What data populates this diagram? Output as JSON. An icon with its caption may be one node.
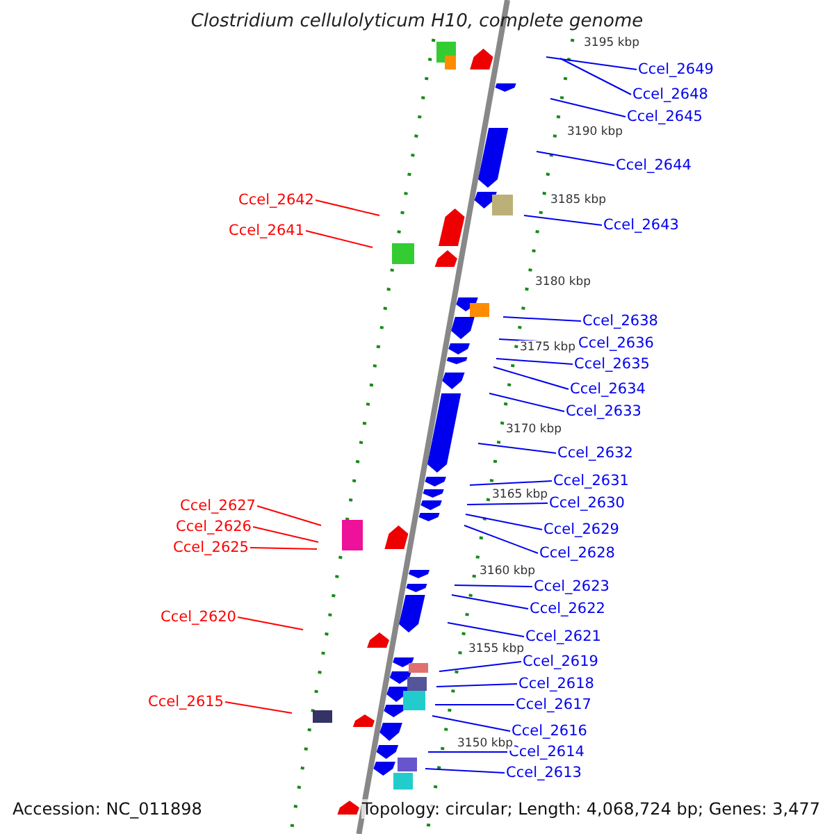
{
  "diagram": {
    "title": "Clostridium cellulolyticum H10, complete genome",
    "nodes": [
      {
        "text": [
          "Ccel_2649"
        ]
      },
      {
        "text": [
          "Ccel_2648"
        ]
      },
      {
        "text": [
          "Ccel_2645"
        ]
      },
      {
        "text": [
          "Ccel_2644"
        ]
      },
      {
        "text": [
          "Ccel_2642"
        ]
      },
      {
        "text": [
          "Ccel_2643"
        ]
      },
      {
        "text": [
          "Ccel_2641"
        ]
      },
      {
        "text": [
          "Ccel_2638"
        ]
      },
      {
        "text": [
          "Ccel_2636"
        ]
      },
      {
        "text": [
          "Ccel_2635"
        ]
      },
      {
        "text": [
          "Ccel_2634"
        ]
      },
      {
        "text": [
          "Ccel_2633"
        ]
      },
      {
        "text": [
          "Ccel_2632"
        ]
      },
      {
        "text": [
          "Ccel_2631"
        ]
      },
      {
        "text": [
          "Ccel_2630"
        ]
      },
      {
        "text": [
          "Ccel_2627"
        ]
      },
      {
        "text": [
          "Ccel_2626"
        ]
      },
      {
        "text": [
          "Ccel_2629"
        ]
      },
      {
        "text": [
          "Ccel_2625"
        ]
      },
      {
        "text": [
          "Ccel_2628"
        ]
      },
      {
        "text": [
          "Ccel_2623"
        ]
      },
      {
        "text": [
          "Ccel_2622"
        ]
      },
      {
        "text": [
          "Ccel_2620"
        ]
      },
      {
        "text": [
          "Ccel_2621"
        ]
      },
      {
        "text": [
          "Ccel_2619"
        ]
      },
      {
        "text": [
          "Ccel_2618"
        ]
      },
      {
        "text": [
          "Ccel_2617"
        ]
      },
      {
        "text": [
          "Ccel_2615"
        ]
      },
      {
        "text": [
          "Ccel_2616"
        ]
      },
      {
        "text": [
          "Ccel_2614"
        ]
      },
      {
        "text": [
          "Ccel_2613"
        ]
      }
    ],
    "edges": [
      {
        "from": 0,
        "to": null,
        "arrow": "none"
      },
      {
        "from": 1,
        "to": null,
        "arrow": "none"
      },
      {
        "from": 2,
        "to": null,
        "arrow": "none"
      },
      {
        "from": 3,
        "to": null,
        "arrow": "none"
      },
      {
        "from": 4,
        "to": null,
        "arrow": "none",
        "color": "#ff0000"
      },
      {
        "from": 5,
        "to": null,
        "arrow": "none"
      },
      {
        "from": 6,
        "to": null,
        "arrow": "none",
        "color": "#ff0000"
      },
      {
        "from": 7,
        "to": null,
        "arrow": "none"
      },
      {
        "from": 8,
        "to": null,
        "arrow": "none"
      },
      {
        "from": 9,
        "to": null,
        "arrow": "none"
      },
      {
        "from": 10,
        "to": null,
        "arrow": "none"
      },
      {
        "from": 11,
        "to": null,
        "arrow": "none"
      },
      {
        "from": 12,
        "to": null,
        "arrow": "none"
      },
      {
        "from": 13,
        "to": null,
        "arrow": "none"
      },
      {
        "from": 14,
        "to": null,
        "arrow": "none"
      },
      {
        "from": 15,
        "to": null,
        "arrow": "none",
        "color": "#ff0000"
      },
      {
        "from": 16,
        "to": null,
        "arrow": "none",
        "color": "#ff0000"
      },
      {
        "from": 17,
        "to": null,
        "arrow": "none"
      },
      {
        "from": 18,
        "to": null,
        "arrow": "none",
        "color": "#ff0000"
      },
      {
        "from": 19,
        "to": null,
        "arrow": "none"
      },
      {
        "from": 20,
        "to": null,
        "arrow": "none"
      },
      {
        "from": 21,
        "to": null,
        "arrow": "none"
      },
      {
        "from": 22,
        "to": null,
        "arrow": "none",
        "color": "#ff0000"
      },
      {
        "from": 23,
        "to": null,
        "arrow": "none"
      },
      {
        "from": 24,
        "to": null,
        "arrow": "none"
      },
      {
        "from": 25,
        "to": null,
        "arrow": "none"
      },
      {
        "from": 26,
        "to": null,
        "arrow": "none"
      },
      {
        "from": 27,
        "to": null,
        "arrow": "none",
        "color": "#ff0000"
      },
      {
        "from": 28,
        "to": null,
        "arrow": "none"
      },
      {
        "from": 29,
        "to": null,
        "arrow": "none"
      },
      {
        "from": 30,
        "to": null,
        "arrow": "none"
      }
    ],
    "labels": [
      "3195 kbp",
      "3190 kbp",
      "3185 kbp",
      "3180 kbp",
      "3175 kbp",
      "3170 kbp",
      "3165 kbp",
      "3160 kbp",
      "3155 kbp",
      "3150 kbp",
      "Accession: NC_011898",
      "Topology: circular; Length: 4,068,724 bp; Genes: 3,477"
    ]
  }
}
